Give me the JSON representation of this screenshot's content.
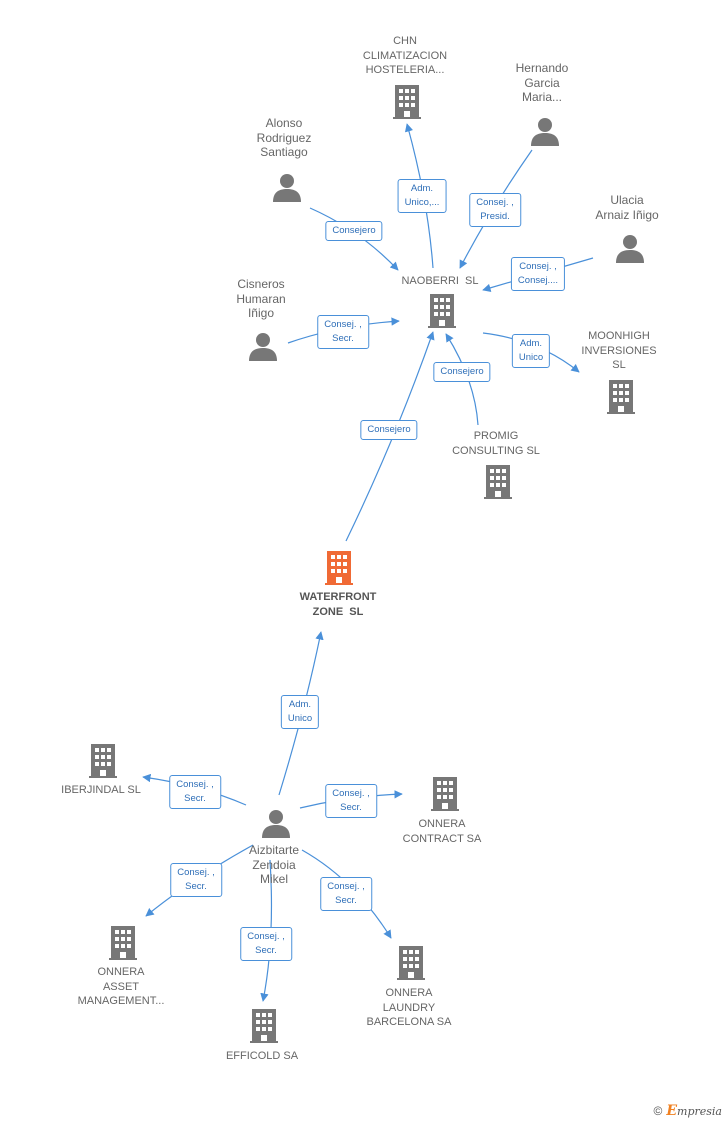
{
  "colors": {
    "edge": "#4a90d9",
    "edge_text": "#2f6fb8",
    "node_icon": "#777777",
    "focus_icon": "#f06a35"
  },
  "nodes": [
    {
      "id": "chn",
      "label_lines": [
        "CHN",
        "CLIMATIZACION",
        "HOSTELERIA..."
      ],
      "kind": "company-icon"
    },
    {
      "id": "hernando",
      "label_lines": [
        "Hernando",
        "Garcia",
        "Maria..."
      ],
      "kind": "person-icon"
    },
    {
      "id": "alonso",
      "label_lines": [
        "Alonso",
        "Rodriguez",
        "Santiago"
      ],
      "kind": "person-icon"
    },
    {
      "id": "ulacia",
      "label_lines": [
        "Ulacia",
        "Arnaiz Iñigo"
      ],
      "kind": "person-icon"
    },
    {
      "id": "naoberri",
      "label_lines": [
        "NAOBERRI  SL"
      ],
      "kind": "company-icon"
    },
    {
      "id": "cisneros",
      "label_lines": [
        "Cisneros",
        "Humaran",
        "Iñigo"
      ],
      "kind": "person-icon"
    },
    {
      "id": "moonhigh",
      "label_lines": [
        "MOONHIGH",
        "INVERSIONES",
        "SL"
      ],
      "kind": "company-icon"
    },
    {
      "id": "promig",
      "label_lines": [
        "PROMIG",
        "CONSULTING SL"
      ],
      "kind": "company-icon"
    },
    {
      "id": "waterfront",
      "label_lines": [
        "WATERFRONT",
        "ZONE  SL"
      ],
      "kind": "company-icon",
      "focus": true
    },
    {
      "id": "iberjindal",
      "label_lines": [
        "IBERJINDAL SL"
      ],
      "kind": "company-icon"
    },
    {
      "id": "aizbitarte",
      "label_lines": [
        "Aizbitarte",
        "Zendoia",
        "Mikel"
      ],
      "kind": "person-icon"
    },
    {
      "id": " onnera_contract",
      "label_lines": [
        "ONNERA",
        "CONTRACT SA"
      ],
      "kind": "company-icon"
    },
    {
      "id": "onnera_asset",
      "label_lines": [
        "ONNERA",
        "ASSET",
        "MANAGEMENT..."
      ],
      "kind": "company-icon"
    },
    {
      "id": "onnera_laundry",
      "label_lines": [
        "ONNERA",
        "LAUNDRY",
        "BARCELONA SA"
      ],
      "kind": "company-icon"
    },
    {
      "id": "efficold",
      "label_lines": [
        "EFFICOLD SA"
      ],
      "kind": "company-icon"
    }
  ],
  "edges": [
    {
      "id": "e-chn",
      "label_lines": [
        "Adm.",
        "Unico,..."
      ]
    },
    {
      "id": "e-hernando",
      "label_lines": [
        "Consej. ,",
        "Presid."
      ]
    },
    {
      "id": "e-alonso",
      "label_lines": [
        "Consejero"
      ]
    },
    {
      "id": "e-ulacia",
      "label_lines": [
        "Consej. ,",
        "Consej...."
      ]
    },
    {
      "id": "e-cisneros",
      "label_lines": [
        "Consej. ,",
        "Secr."
      ]
    },
    {
      "id": "e-moonhigh",
      "label_lines": [
        "Adm.",
        "Unico"
      ]
    },
    {
      "id": "e-promig",
      "label_lines": [
        "Consejero"
      ]
    },
    {
      "id": "e-waterfront",
      "label_lines": [
        "Consejero"
      ]
    },
    {
      "id": "e-aiz-waterfront",
      "label_lines": [
        "Adm.",
        "Unico"
      ]
    },
    {
      "id": "e-iberjindal",
      "label_lines": [
        "Consej. ,",
        "Secr."
      ]
    },
    {
      "id": "e-contract",
      "label_lines": [
        "Consej. ,",
        "Secr."
      ]
    },
    {
      "id": "e-asset",
      "label_lines": [
        "Consej. ,",
        "Secr."
      ]
    },
    {
      "id": "e-laundry",
      "label_lines": [
        "Consej. ,",
        "Secr."
      ]
    },
    {
      "id": "e-efficold",
      "label_lines": [
        "Consej. ,",
        "Secr."
      ]
    }
  ],
  "footer": {
    "copyright_symbol": "©",
    "brand_first": "E",
    "brand_rest": "mpresia"
  }
}
